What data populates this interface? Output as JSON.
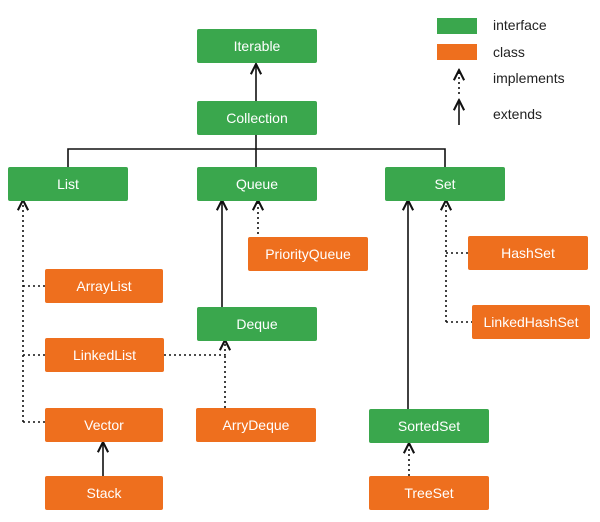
{
  "colors": {
    "interface": "#3aa74d",
    "class": "#ee6f1e",
    "line": "#111111"
  },
  "legend": {
    "interface": "interface",
    "class": "class",
    "implements": "implements",
    "extends": "extends"
  },
  "nodes": {
    "iterable": "Iterable",
    "collection": "Collection",
    "list": "List",
    "queue": "Queue",
    "set": "Set",
    "priority_queue": "PriorityQueue",
    "hash_set": "HashSet",
    "array_list": "ArrayList",
    "linked_hash_set": "LinkedHashSet",
    "linked_list": "LinkedList",
    "deque": "Deque",
    "vector": "Vector",
    "arry_deque": "ArryDeque",
    "sorted_set": "SortedSet",
    "stack": "Stack",
    "tree_set": "TreeSet"
  }
}
